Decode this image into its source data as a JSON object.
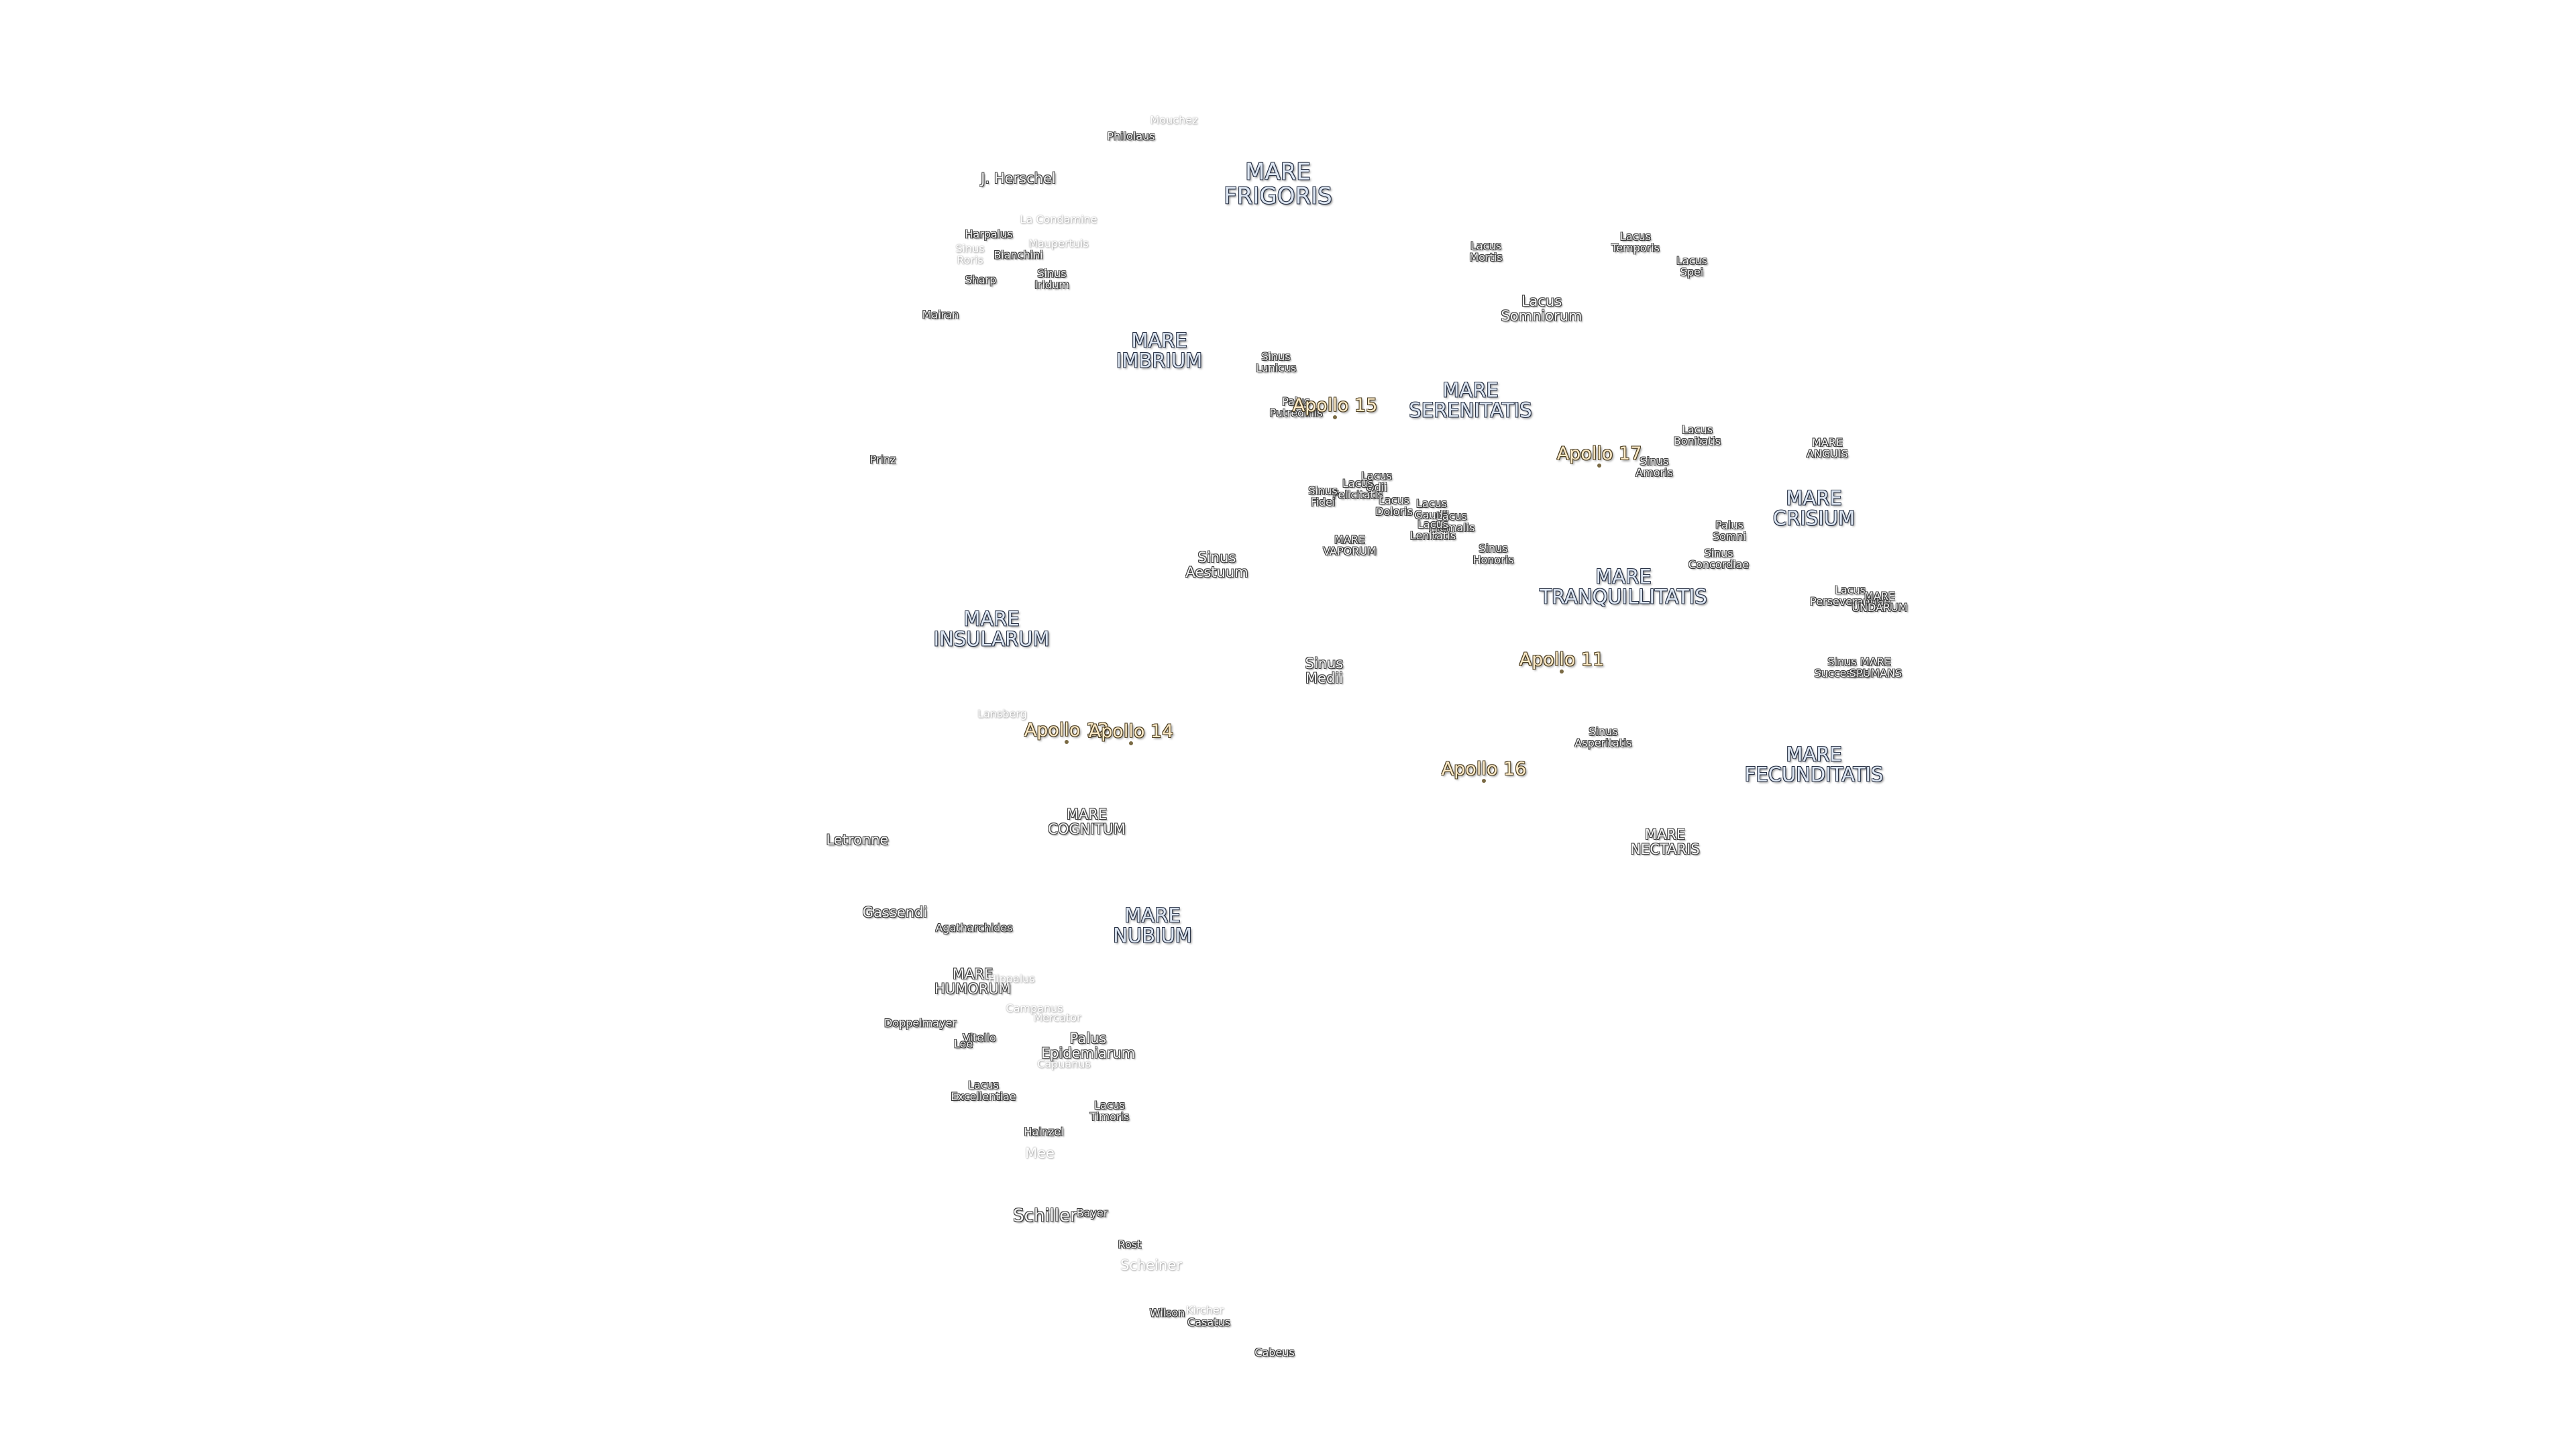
{
  "map": {
    "labels": [
      {
        "id": "mouchez",
        "text": "Mouchez",
        "style": "faint"
      },
      {
        "id": "philolaus",
        "text": "Philolaus",
        "style": "small"
      },
      {
        "id": "j-herschel",
        "text": "J. Herschel",
        "style": "crater"
      },
      {
        "id": "mare-frigoris",
        "text": "MARE\nFRIGORIS",
        "style": "mare-big"
      },
      {
        "id": "la-condamine",
        "text": "La Condamine",
        "style": "faint"
      },
      {
        "id": "harpalus",
        "text": "Harpalus",
        "style": "small"
      },
      {
        "id": "sinus-roris",
        "text": "Sinus\nRoris",
        "style": "faint"
      },
      {
        "id": "maupertuis",
        "text": "Maupertuis",
        "style": "faint"
      },
      {
        "id": "bianchini",
        "text": "Bianchini",
        "style": "small"
      },
      {
        "id": "sinus-iridum",
        "text": "Sinus\nIridum",
        "style": "small"
      },
      {
        "id": "sharp",
        "text": "Sharp",
        "style": "small"
      },
      {
        "id": "mairan",
        "text": "Mairan",
        "style": "small"
      },
      {
        "id": "lacus-mortis",
        "text": "Lacus\nMortis",
        "style": "small"
      },
      {
        "id": "lacus-temporis",
        "text": "Lacus\nTemporis",
        "style": "small"
      },
      {
        "id": "lacus-spei",
        "text": "Lacus\nSpei",
        "style": "small"
      },
      {
        "id": "lacus-somniorum",
        "text": "Lacus\nSomniorum",
        "style": "crater"
      },
      {
        "id": "mare-imbrium",
        "text": "MARE\nIMBRIUM",
        "style": "mare"
      },
      {
        "id": "sinus-lunicus",
        "text": "Sinus\nLunicus",
        "style": "small"
      },
      {
        "id": "palus-putredinis",
        "text": "Palus\nPutredinis",
        "style": "small"
      },
      {
        "id": "apollo-15",
        "text": "Apollo 15",
        "style": "apollo"
      },
      {
        "id": "mare-serenitatis",
        "text": "MARE\nSERENITATIS",
        "style": "mare"
      },
      {
        "id": "prinz",
        "text": "Prinz",
        "style": "small"
      },
      {
        "id": "apollo-17",
        "text": "Apollo 17",
        "style": "apollo"
      },
      {
        "id": "lacus-bonitatis",
        "text": "Lacus\nBonitatis",
        "style": "small"
      },
      {
        "id": "sinus-amoris",
        "text": "Sinus\nAmoris",
        "style": "small"
      },
      {
        "id": "mare-anguis",
        "text": "MARE\nANGUIS",
        "style": "small"
      },
      {
        "id": "mare-crisium",
        "text": "MARE\nCRISIUM",
        "style": "mare"
      },
      {
        "id": "lacus-odii",
        "text": "Lacus\nOdii",
        "style": "small"
      },
      {
        "id": "lacus-felicitatis",
        "text": "Lacus\nFelicitatis",
        "style": "small"
      },
      {
        "id": "sinus-fidei",
        "text": "Sinus\nFidei",
        "style": "small"
      },
      {
        "id": "lacus-doloris",
        "text": "Lacus\nDoloris",
        "style": "small"
      },
      {
        "id": "lacus-gaudii",
        "text": "Lacus\nGaudii",
        "style": "small"
      },
      {
        "id": "lacus-hiemalis",
        "text": "Lacus\nHiemalis",
        "style": "small"
      },
      {
        "id": "lacus-lenitatis",
        "text": "Lacus\nLenitatis",
        "style": "small"
      },
      {
        "id": "palus-somni",
        "text": "Palus\nSomni",
        "style": "small"
      },
      {
        "id": "mare-vaporum",
        "text": "MARE\nVAPORUM",
        "style": "small"
      },
      {
        "id": "sinus-aestuum",
        "text": "Sinus\nAestuum",
        "style": "crater"
      },
      {
        "id": "sinus-honoris",
        "text": "Sinus\nHonoris",
        "style": "small"
      },
      {
        "id": "sinus-concordiae",
        "text": "Sinus\nConcordiae",
        "style": "small"
      },
      {
        "id": "mare-tranquillitatis",
        "text": "MARE\nTRANQUILLITATIS",
        "style": "mare"
      },
      {
        "id": "lacus-perseverantiae",
        "text": "Lacus\nPerseverantiae",
        "style": "small"
      },
      {
        "id": "mare-undarum",
        "text": "MARE\nUNDARUM",
        "style": "small"
      },
      {
        "id": "mare-insularum",
        "text": "MARE\nINSULARUM",
        "style": "mare"
      },
      {
        "id": "apollo-11",
        "text": "Apollo 11",
        "style": "apollo"
      },
      {
        "id": "sinus-medii",
        "text": "Sinus\nMedii",
        "style": "crater"
      },
      {
        "id": "sinus-successus",
        "text": "Sinus\nSuccessus",
        "style": "small"
      },
      {
        "id": "mare-spumans",
        "text": "MARE\nSPUMANS",
        "style": "small"
      },
      {
        "id": "lansberg",
        "text": "Lansberg",
        "style": "faint"
      },
      {
        "id": "apollo-12",
        "text": "Apollo 12",
        "style": "apollo"
      },
      {
        "id": "apollo-14",
        "text": "Apollo 14",
        "style": "apollo"
      },
      {
        "id": "sinus-asperitatis",
        "text": "Sinus\nAsperitatis",
        "style": "small"
      },
      {
        "id": "mare-fecunditatis",
        "text": "MARE\nFECUNDITATIS",
        "style": "mare"
      },
      {
        "id": "apollo-16",
        "text": "Apollo 16",
        "style": "apollo"
      },
      {
        "id": "mare-cognitum",
        "text": "MARE\nCOGNITUM",
        "style": "crater"
      },
      {
        "id": "letronne",
        "text": "Letronne",
        "style": "crater"
      },
      {
        "id": "mare-nectaris",
        "text": "MARE\nNECTARIS",
        "style": "crater"
      },
      {
        "id": "gassendi",
        "text": "Gassendi",
        "style": "crater"
      },
      {
        "id": "agatharchides",
        "text": "Agatharchides",
        "style": "small"
      },
      {
        "id": "mare-nubium",
        "text": "MARE\nNUBIUM",
        "style": "mare"
      },
      {
        "id": "mare-humorum",
        "text": "MARE\nHUMORUM",
        "style": "crater"
      },
      {
        "id": "hippalus",
        "text": "Hippalus",
        "style": "faint"
      },
      {
        "id": "campanus",
        "text": "Campanus",
        "style": "faint"
      },
      {
        "id": "mercator",
        "text": "Mercator",
        "style": "faint"
      },
      {
        "id": "doppelmayer",
        "text": "Doppelmayer",
        "style": "small"
      },
      {
        "id": "vitello",
        "text": "Vitello",
        "style": "small"
      },
      {
        "id": "lee",
        "text": "Lee",
        "style": "small"
      },
      {
        "id": "palus-epidemiarum",
        "text": "Palus\nEpidemiarum",
        "style": "crater"
      },
      {
        "id": "capuanus",
        "text": "Capuanus",
        "style": "faint"
      },
      {
        "id": "lacus-excellentiae",
        "text": "Lacus\nExcellentiae",
        "style": "small"
      },
      {
        "id": "lacus-timoris",
        "text": "Lacus\nTimoris",
        "style": "small"
      },
      {
        "id": "hainzel",
        "text": "Hainzel",
        "style": "small"
      },
      {
        "id": "mee",
        "text": "Mee",
        "style": "faint-md"
      },
      {
        "id": "schiller",
        "text": "Schiller",
        "style": "crater-lg"
      },
      {
        "id": "bayer",
        "text": "Bayer",
        "style": "small"
      },
      {
        "id": "rost",
        "text": "Rost",
        "style": "small"
      },
      {
        "id": "scheiner",
        "text": "Scheiner",
        "style": "faint-md"
      },
      {
        "id": "wilson",
        "text": "Wilson",
        "style": "small"
      },
      {
        "id": "kircher",
        "text": "Kircher",
        "style": "faint"
      },
      {
        "id": "casatus",
        "text": "Casatus",
        "style": "small"
      },
      {
        "id": "cabeus",
        "text": "Cabeus",
        "style": "small"
      }
    ]
  }
}
